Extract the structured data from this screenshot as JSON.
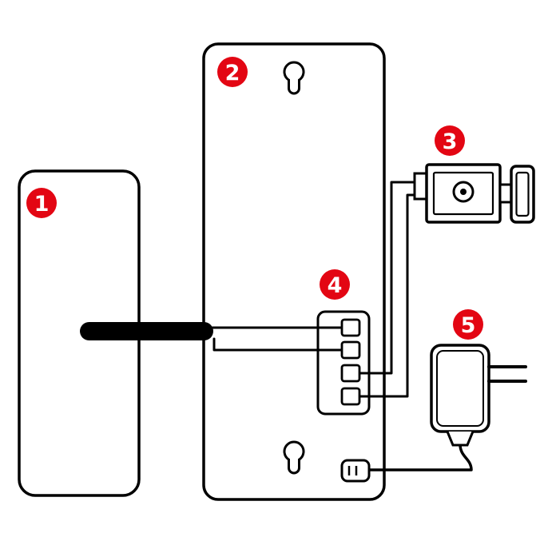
{
  "diagram": {
    "type": "installation-wiring-diagram",
    "badges": [
      {
        "number": "1",
        "component": "front-panel-unit"
      },
      {
        "number": "2",
        "component": "mounting-back-plate"
      },
      {
        "number": "3",
        "component": "electric-door-strike"
      },
      {
        "number": "4",
        "component": "terminal-block"
      },
      {
        "number": "5",
        "component": "power-adapter"
      }
    ]
  },
  "colors": {
    "badge": "#e30613",
    "line": "#000000",
    "background": "#ffffff"
  }
}
